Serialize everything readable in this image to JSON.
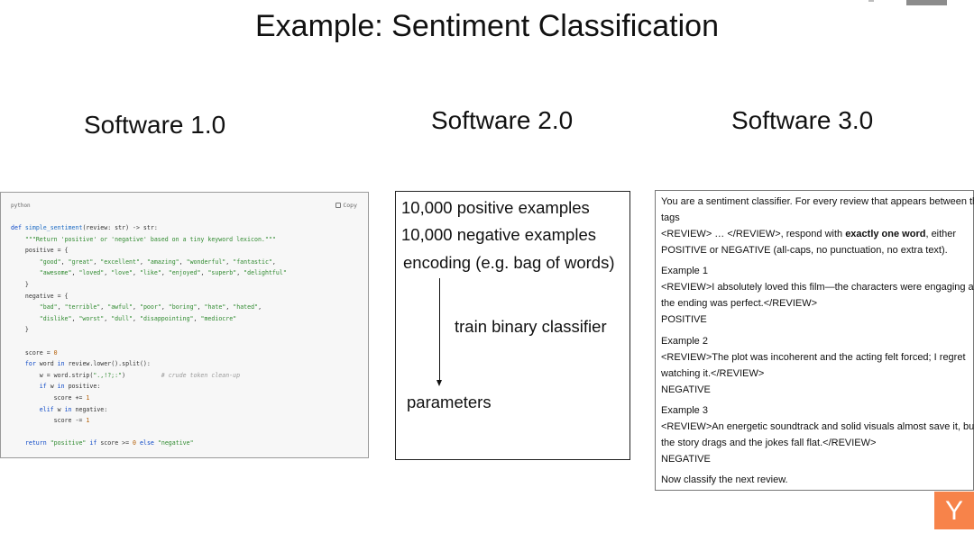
{
  "slide": {
    "title": "Example: Sentiment Classification"
  },
  "columns": {
    "sw1": "Software 1.0",
    "sw2": "Software 2.0",
    "sw3": "Software 3.0"
  },
  "code_panel": {
    "language": "python",
    "copy_label": "Copy",
    "lines": [
      "def simple_sentiment(review: str) -> str:",
      "    \"\"\"Return 'positive' or 'negative' based on a tiny keyword lexicon.\"\"\"",
      "    positive = {",
      "        \"good\", \"great\", \"excellent\", \"amazing\", \"wonderful\", \"fantastic\",",
      "        \"awesome\", \"loved\", \"love\", \"like\", \"enjoyed\", \"superb\", \"delightful\"",
      "    }",
      "    negative = {",
      "        \"bad\", \"terrible\", \"awful\", \"poor\", \"boring\", \"hate\", \"hated\",",
      "        \"dislike\", \"worst\", \"dull\", \"disappointing\", \"mediocre\"",
      "    }",
      "",
      "    score = 0",
      "    for word in review.lower().split():",
      "        w = word.strip(\".,!?;:\")          # crude token clean-up",
      "        if w in positive:",
      "            score += 1",
      "        elif w in negative:",
      "            score -= 1",
      "",
      "    return \"positive\" if score >= 0 else \"negative\""
    ]
  },
  "software2": {
    "line1": "10,000 positive examples",
    "line2": "10,000 negative examples",
    "line3": "encoding (e.g. bag of words)",
    "step": "train binary classifier",
    "result": "parameters"
  },
  "prompt": {
    "intro1": "You are a sentiment classifier. For every review that appears between the",
    "intro2": "tags",
    "intro3a": "<REVIEW> … </REVIEW>, respond with ",
    "intro3b": "exactly one word",
    "intro3c": ", either",
    "intro4": "POSITIVE or NEGATIVE (all-caps, no punctuation, no extra text).",
    "ex1_head": "Example 1",
    "ex1_l1": "<REVIEW>I absolutely loved this film—the characters were engaging and",
    "ex1_l2": "the ending was perfect.</REVIEW>",
    "ex1_label": "POSITIVE",
    "ex2_head": "Example 2",
    "ex2_l1": "<REVIEW>The plot was incoherent and the acting felt forced; I regret",
    "ex2_l2": "watching it.</REVIEW>",
    "ex2_label": "NEGATIVE",
    "ex3_head": "Example 3",
    "ex3_l1": "<REVIEW>An energetic soundtrack and solid visuals almost save it, but",
    "ex3_l2": "the story drags and the jokes fall flat.</REVIEW>",
    "ex3_label": "NEGATIVE",
    "outro": "Now classify the next review."
  },
  "logo": {
    "letter": "Y",
    "color": "#f7834a"
  }
}
